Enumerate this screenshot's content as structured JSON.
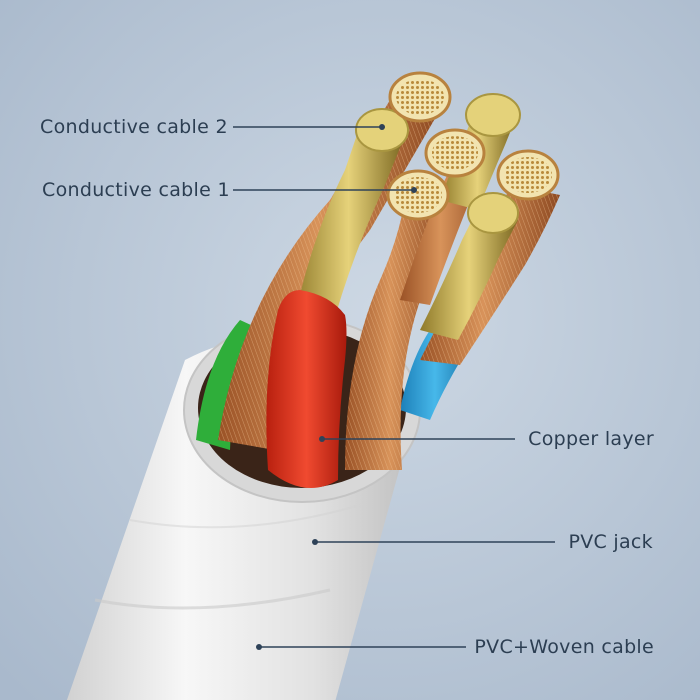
{
  "labels": {
    "conductive_cable_2": "Conductive cable 2",
    "conductive_cable_1": "Conductive cable 1",
    "copper_layer": "Copper layer",
    "pvc_jack": "PVC jack",
    "pvc_woven_cable": "PVC+Woven cable"
  },
  "colors": {
    "background": "#b8c6d6",
    "label_text": "#2c3e52",
    "leader_line": "#2e4258",
    "jacket": "#e8e8e8",
    "insulation_red": "#e8301e",
    "insulation_green": "#2fae3a",
    "insulation_blue": "#2a9fd8",
    "copper": "#c6793c",
    "conductor_gold": "#d6bf5a"
  }
}
